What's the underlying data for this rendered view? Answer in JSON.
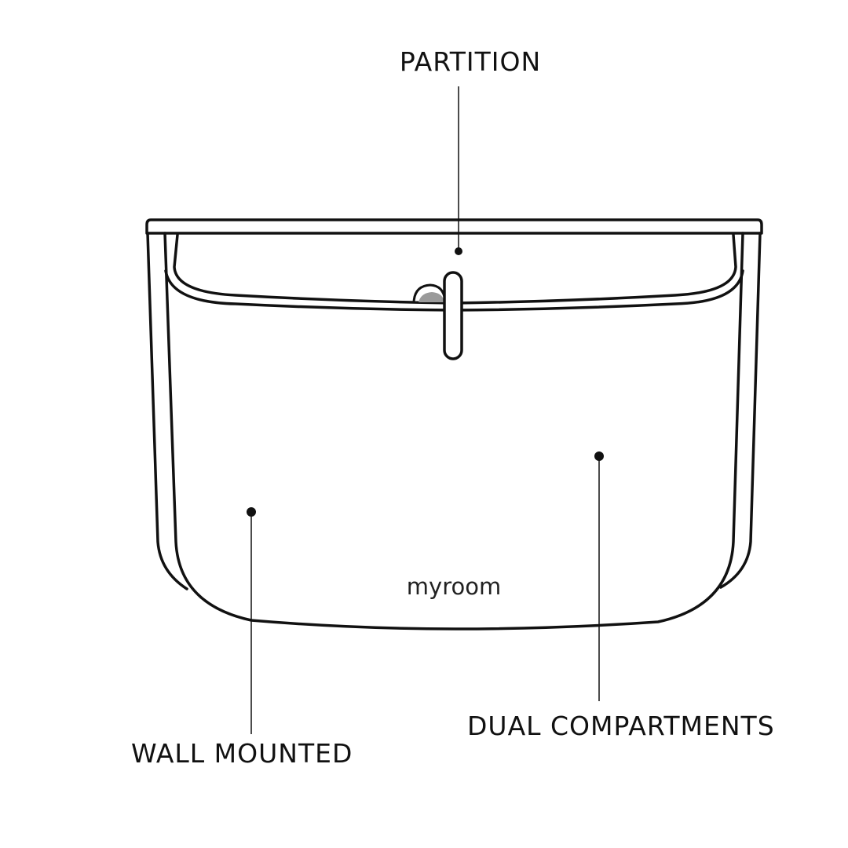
{
  "labels": {
    "partition": "PARTITION",
    "wall_mounted": "WALL MOUNTED",
    "dual_compartments": "DUAL COMPARTMENTS"
  },
  "product": {
    "brand": "myroom"
  },
  "colors": {
    "line": "#111111",
    "background": "#ffffff",
    "knob": "#9a9a9a"
  }
}
